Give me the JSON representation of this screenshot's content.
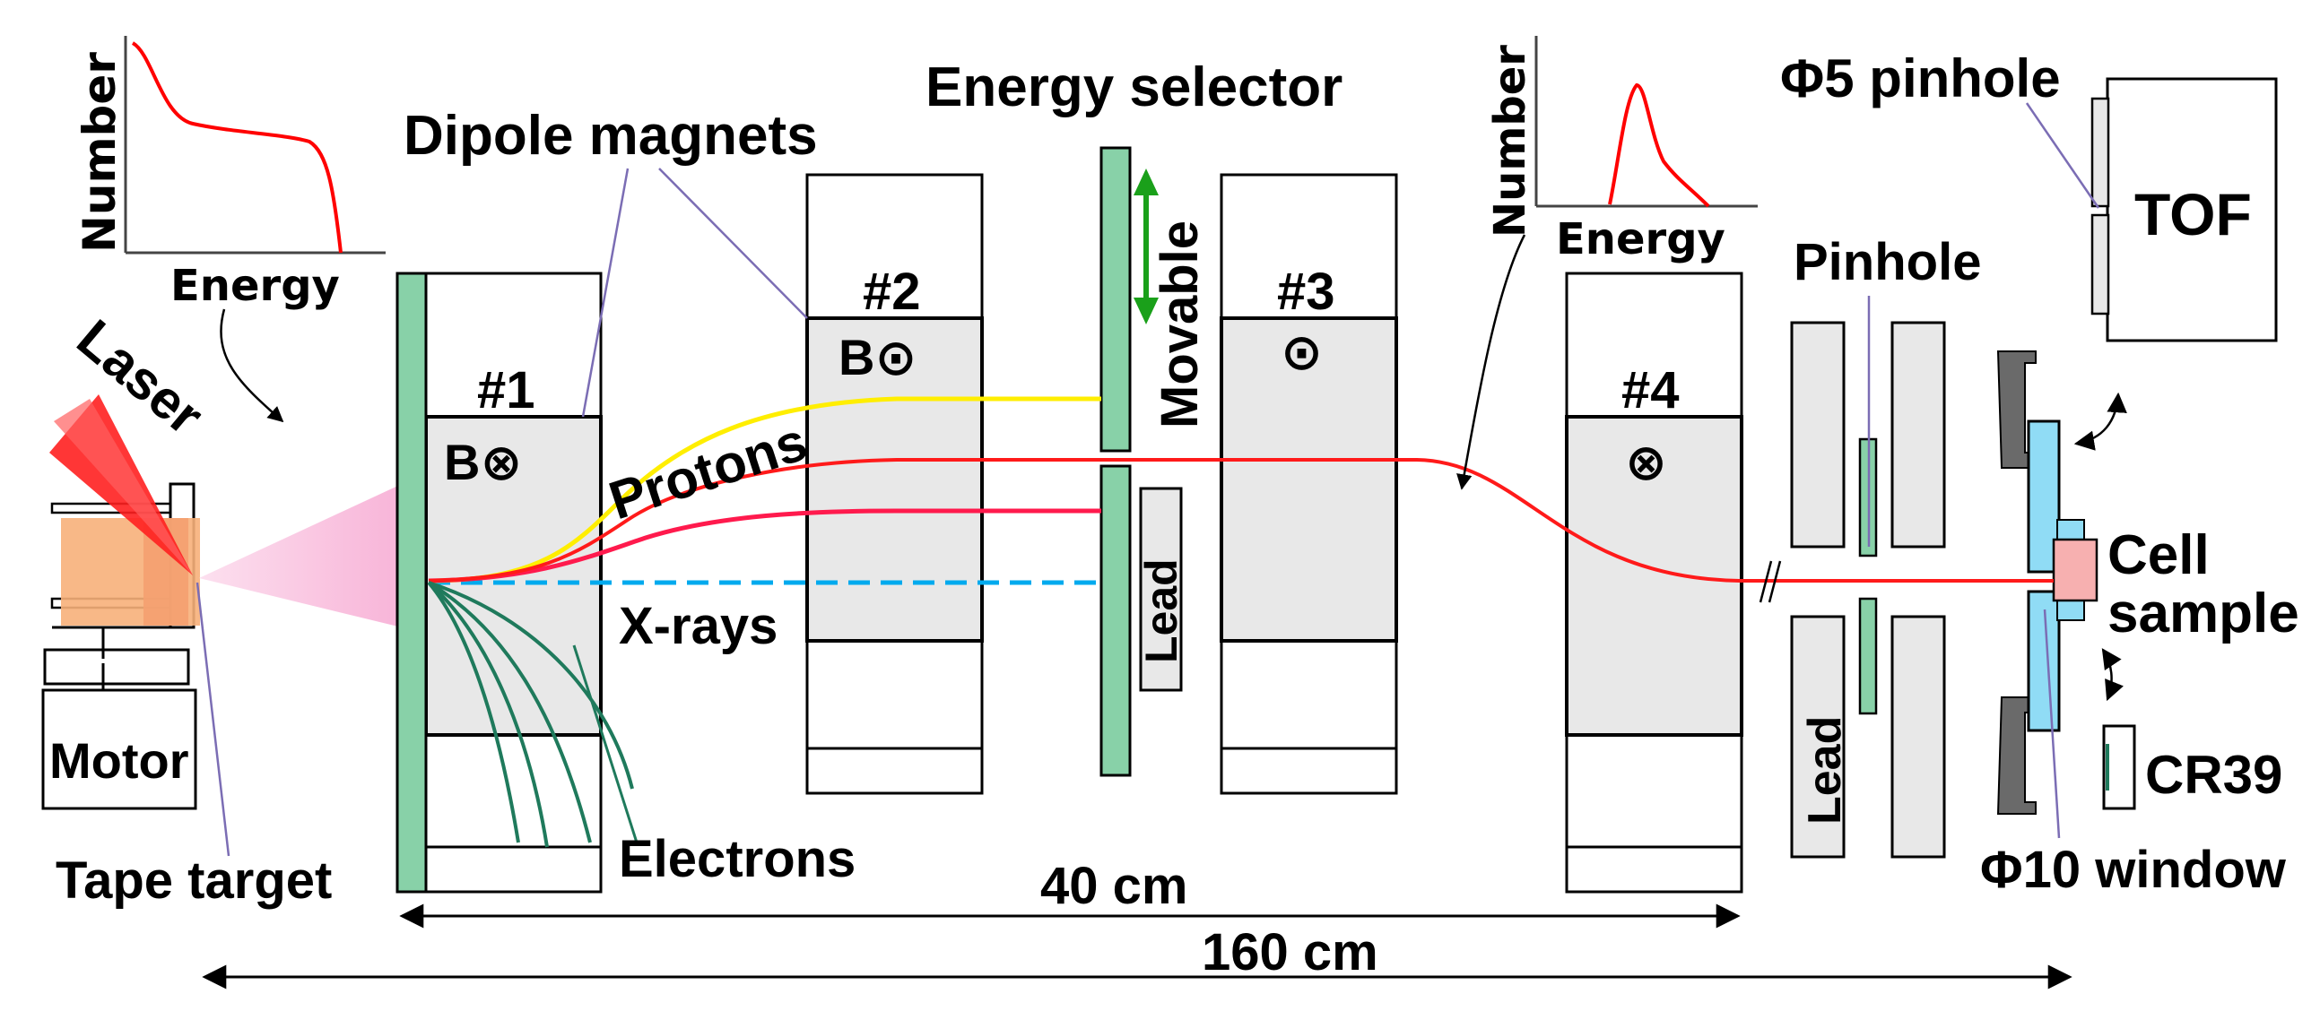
{
  "labels": {
    "laser": "Laser",
    "motor": "Motor",
    "tape_target": "Tape target",
    "dipole_magnets": "Dipole magnets",
    "energy_selector": "Energy selector",
    "movable": "Movable",
    "lead_selector": "Lead",
    "lead_bottom": "Lead",
    "protons": "Protons",
    "x_rays": "X-rays",
    "electrons": "Electrons",
    "pinhole": "Pinhole",
    "phi5_pinhole": "Φ5 pinhole",
    "tof": "TOF",
    "cell_sample_line1": "Cell",
    "cell_sample_line2": "sample",
    "cr39": "CR39",
    "phi10_window": "Φ10 window",
    "dim_40cm": "40 cm",
    "dim_160cm": "160 cm"
  },
  "magnets": [
    {
      "id": "#1",
      "field": "B⊗",
      "field_dir": "into"
    },
    {
      "id": "#2",
      "field": "B⊙",
      "field_dir": "out"
    },
    {
      "id": "#3",
      "field": "⊙",
      "field_dir": "out"
    },
    {
      "id": "#4",
      "field": "⊗",
      "field_dir": "into"
    }
  ],
  "spectrum_insets": [
    {
      "ylabel": "Number",
      "xlabel": "Energy",
      "shape": "broad-plateau"
    },
    {
      "ylabel": "Number",
      "xlabel": "Energy",
      "shape": "narrow-peak"
    }
  ],
  "colors": {
    "proton_low": "#ffee00",
    "proton_selected": "#ff1a1a",
    "proton_high": "#ff1a4d",
    "xray": "#00aaee",
    "electron": "#1f7a5c",
    "plate_green": "#88d1a8",
    "magnet_gray": "#e8e8e8",
    "window_blue": "#90dcf5",
    "cell_pink": "#f7b0b0",
    "target_orange": "#f7b07a",
    "laser_red": "#ff2020",
    "cone_pink": "#f8b4d8",
    "movable_arrow": "#1aa01a",
    "holder_dark": "#6a6a6a",
    "leader_purple": "#7b6db4",
    "inset_curve": "#ff0000"
  }
}
